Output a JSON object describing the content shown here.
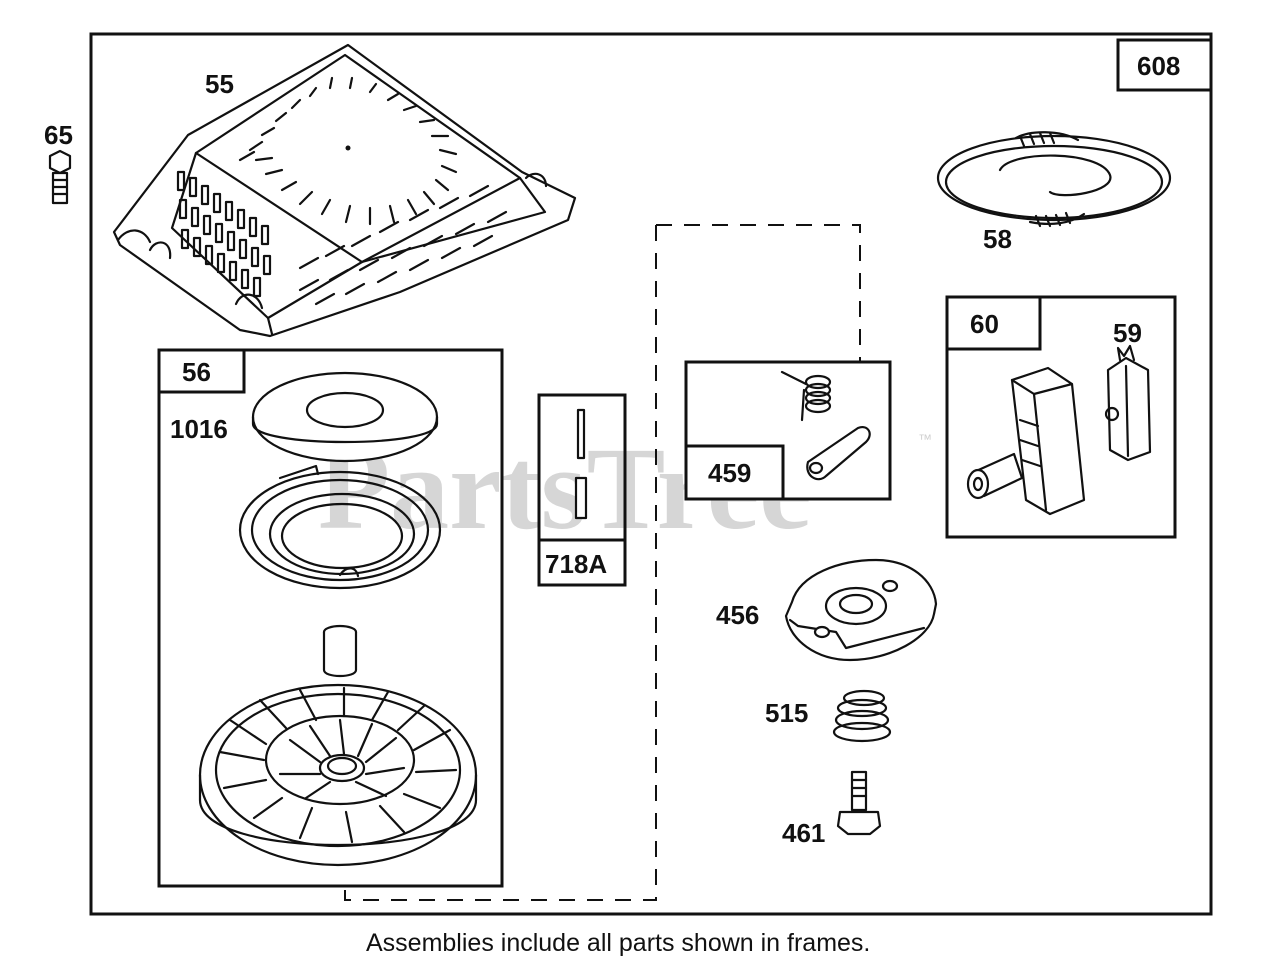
{
  "watermark": {
    "text": "PartsTree",
    "trademark": "™"
  },
  "caption": "Assemblies include all parts shown in frames.",
  "labels": {
    "p65": "65",
    "p55": "55",
    "p608": "608",
    "p58": "58",
    "p56": "56",
    "p1016": "1016",
    "p718a": "718A",
    "p459": "459",
    "p60": "60",
    "p59": "59",
    "p456": "456",
    "p515": "515",
    "p461": "461"
  }
}
